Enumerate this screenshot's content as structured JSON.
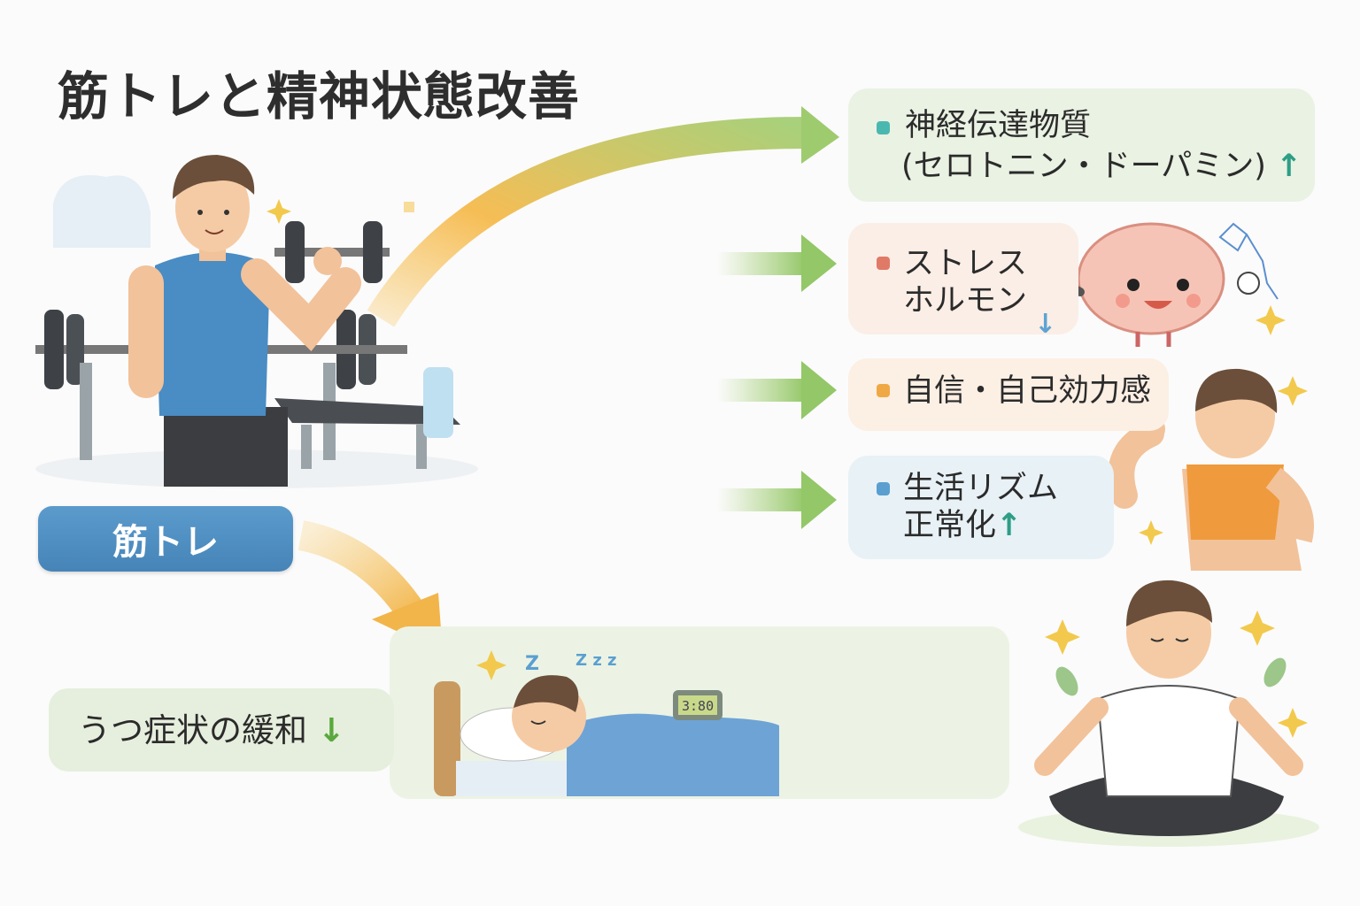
{
  "title": "筋トレと精神状態改善",
  "source_label": "筋トレ",
  "effects": [
    {
      "line1": "神経伝達物質",
      "line2": "(セロトニン・ドーパミン)",
      "direction": "↑",
      "dot_color": "#4bb8b0",
      "arrow_color": "#2e9e86"
    },
    {
      "line1": "ストレス",
      "line2": "ホルモン",
      "direction": "↓",
      "dot_color": "#e07a66",
      "arrow_color": "#5ea3d4"
    },
    {
      "line1": "自信・自己効力感",
      "dot_color": "#f0a845"
    },
    {
      "line1": "生活リズム",
      "line2": "正常化",
      "direction": "↑",
      "dot_color": "#5a9fd0",
      "arrow_color": "#2e9e86"
    }
  ],
  "bottom": {
    "label": "うつ症状の緩和",
    "direction": "↓",
    "arrow_color": "#5aa83e"
  },
  "sleep": {
    "z1": "Z",
    "z2": "Z z z",
    "clock": "3:80"
  }
}
